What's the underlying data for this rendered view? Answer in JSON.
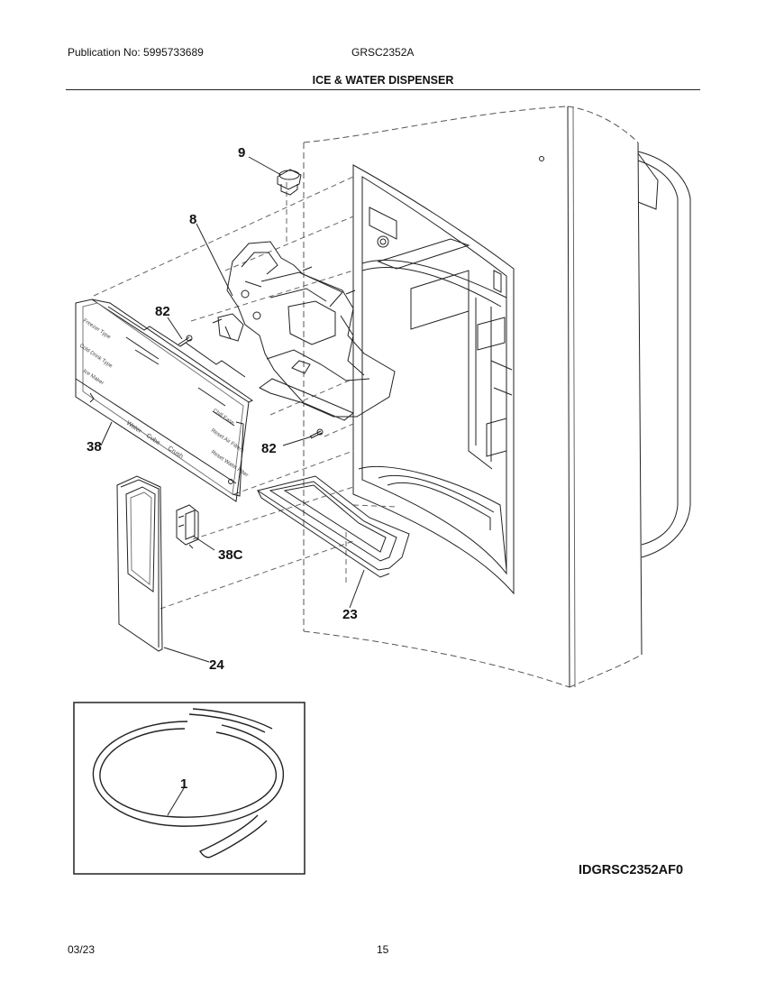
{
  "header": {
    "publication": "Publication No: 5995733689",
    "model": "GRSC2352A",
    "title": "ICE & WATER DISPENSER"
  },
  "diagram": {
    "callouts": [
      {
        "id": "9",
        "label": "9"
      },
      {
        "id": "8",
        "label": "8"
      },
      {
        "id": "82a",
        "label": "82"
      },
      {
        "id": "38",
        "label": "38"
      },
      {
        "id": "82b",
        "label": "82"
      },
      {
        "id": "38c",
        "label": "38C"
      },
      {
        "id": "23",
        "label": "23"
      },
      {
        "id": "24",
        "label": "24"
      },
      {
        "id": "1",
        "label": "1"
      }
    ],
    "panel_labels": [
      "Freezer Type",
      "Cold Drink Type",
      "Ice Maker",
      "Chill Ease",
      "Reset Air Filters",
      "Reset Water Filter"
    ],
    "button_labels": [
      "Water",
      "Cube",
      "Crush"
    ],
    "illustration_id": "IDGRSC2352AF0"
  },
  "footer": {
    "date": "03/23",
    "page": "15"
  }
}
